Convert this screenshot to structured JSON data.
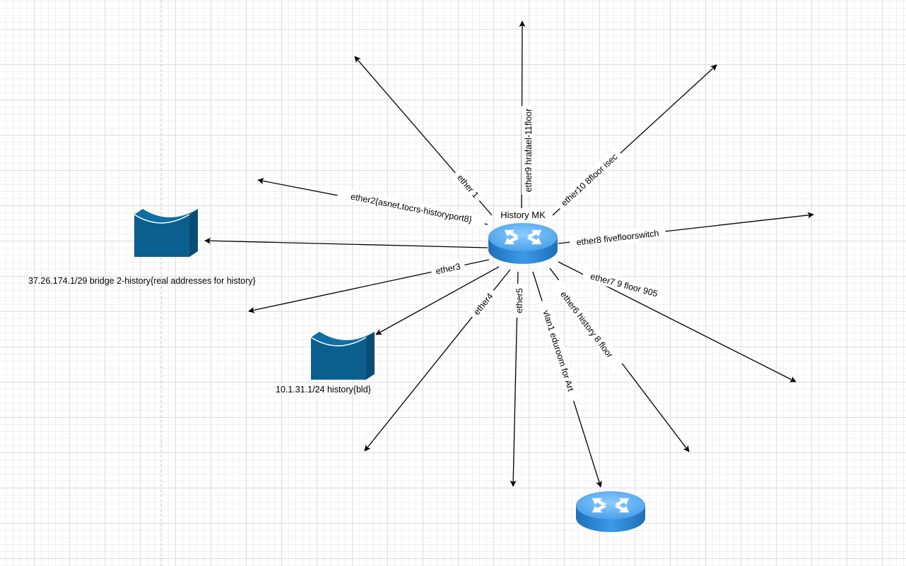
{
  "diagram": {
    "router_label": "History MK",
    "bridge_labels": {
      "bridge_history_real": "37.26.174.1/29 bridge 2-history{real addresses for history}",
      "bridge_history_bld": "10.1.31.1/24 history{bld}"
    },
    "edge_labels": {
      "ether1": "ether 1",
      "ether2": "ether2{asnet,tocrs-historyport8}",
      "ether3": "ether3",
      "ether4": "ether4",
      "ether5": "ether5",
      "ether6": "ether6 history 8 floor",
      "ether7": "ether7  9 floor 905",
      "ether8": "ether8 fivefloorswitch",
      "ether9": "ether9 hrafael-11floor",
      "ether10": "ether10 8floor isec",
      "vlan1": "vlan1 eduroom for Art"
    },
    "icons": {
      "router": "router-icon",
      "bridge": "bridge-icon"
    },
    "colors": {
      "router": "#2f8fdf",
      "bridge": "#0b5f8f"
    }
  }
}
